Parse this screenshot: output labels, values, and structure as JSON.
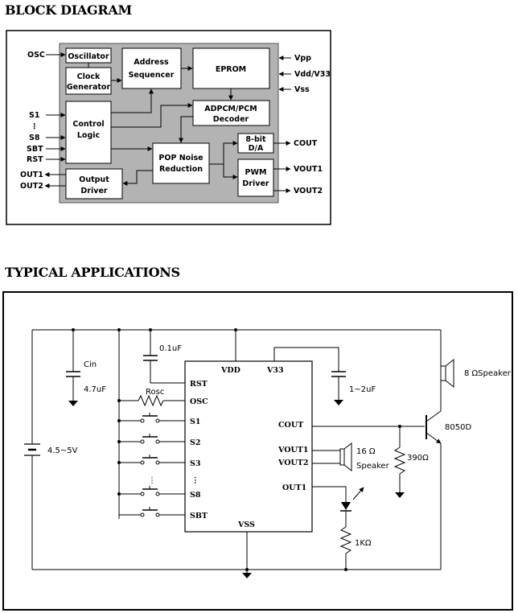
{
  "sections": {
    "block_title": "BLOCK DIAGRAM",
    "app_title": "TYPICAL APPLICATIONS"
  },
  "block": {
    "oscillator": "Oscillator",
    "clock_1": "Clock",
    "clock_2": "Generator",
    "address_1": "Address",
    "address_2": "Sequencer",
    "eprom": "EPROM",
    "adpcm_1": "ADPCM/PCM",
    "adpcm_2": "Decoder",
    "control_1": "Control",
    "control_2": "Logic",
    "pop_1": "POP Noise",
    "pop_2": "Reduction",
    "da_1": "8-bit",
    "da_2": "D/A",
    "pwm_1": "PWM",
    "pwm_2": "Driver",
    "output_1": "Output",
    "output_2": "Driver"
  },
  "pins_left": {
    "osc": "OSC",
    "s1": "S1",
    "dots": "⋮",
    "s8": "S8",
    "sbt": "SBT",
    "rst": "RST",
    "out1": "OUT1",
    "out2": "OUT2"
  },
  "pins_right": {
    "vpp": "Vpp",
    "vdd": "Vdd/V33",
    "vss": "Vss",
    "cout": "COUT",
    "vout1": "VOUT1",
    "vout2": "VOUT2"
  },
  "ic": {
    "rst": "RST",
    "osc": "OSC",
    "s1": "S1",
    "s2": "S2",
    "s3": "S3",
    "dots": "⋮",
    "s8": "S8",
    "sbt": "SBT",
    "vdd": "VDD",
    "v33": "V33",
    "vss": "VSS",
    "cout": "COUT",
    "vout1": "VOUT1",
    "vout2": "VOUT2",
    "out1": "OUT1"
  },
  "components": {
    "battery": "4.5~5V",
    "cin": "Cin",
    "cin_val": "4.7uF",
    "cap_top": "0.1uF",
    "rosc": "Rosc",
    "cap_v33": "1~2uF",
    "speaker_16": "16 Ω",
    "speaker_16_label": "Speaker",
    "speaker_8": "8 ΩSpeaker",
    "transistor": "8050D",
    "r390": "390Ω",
    "r1k": "1KΩ"
  }
}
